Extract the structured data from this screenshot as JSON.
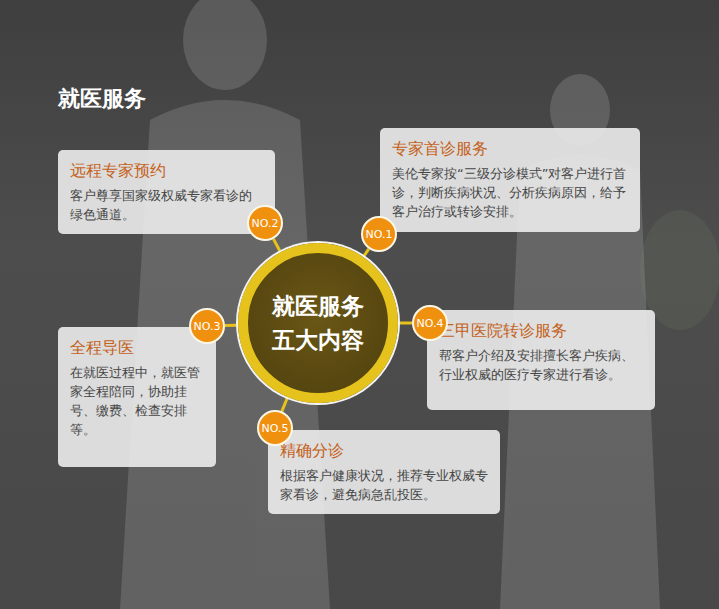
{
  "diagram": {
    "title": "就医服务",
    "nodes": [
      {
        "text": [
          "就医服务 五大内容"
        ]
      },
      {
        "text": [
          "NO.1"
        ]
      },
      {
        "text": [
          "专家首诊服务",
          "美伦专家按“三级分诊模式”对客户进行首诊，判断疾病状况、分析疾病原因，给予客户治疗或转诊安排。"
        ]
      },
      {
        "text": [
          "NO.2"
        ]
      },
      {
        "text": [
          "远程专家预约",
          "客户尊享国家级权威专家看诊的绿色通道。"
        ]
      },
      {
        "text": [
          "NO.3"
        ]
      },
      {
        "text": [
          "全程导医",
          "在就医过程中，就医管家全程陪同，协助挂号、缴费、检查安排等。"
        ]
      },
      {
        "text": [
          "NO.4"
        ]
      },
      {
        "text": [
          "三甲医院转诊服务",
          "帮客户介绍及安排擅长客户疾病、行业权威的医疗专家进行看诊。"
        ]
      },
      {
        "text": [
          "NO.5"
        ]
      },
      {
        "text": [
          "精确分诊",
          "根据客户健康状况，推荐专业权威专家看诊，避免病急乱投医。"
        ]
      }
    ],
    "edges": [
      {
        "from": 0,
        "to": 1,
        "arrow": "none"
      },
      {
        "from": 0,
        "to": 3,
        "arrow": "none"
      },
      {
        "from": 0,
        "to": 5,
        "arrow": "none"
      },
      {
        "from": 0,
        "to": 7,
        "arrow": "none"
      },
      {
        "from": 0,
        "to": 9,
        "arrow": "none"
      }
    ]
  }
}
